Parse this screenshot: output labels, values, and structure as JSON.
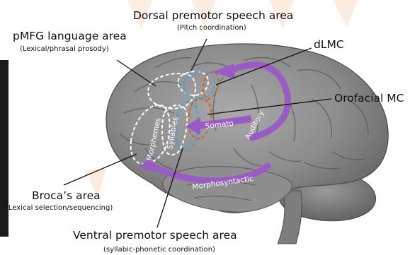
{
  "labels": {
    "dorsal_title": "Dorsal premotor speech area",
    "dorsal_sub": "(Pitch coordination)",
    "pmfg_title": "pMFG language area",
    "pmfg_sub": "(Lexical/phrasal prosody)",
    "dlmc": "dLMC",
    "orofacial": "Orofacial MC",
    "broca_title": "Broca’s area",
    "broca_sub": "(Lexical selection/sequencing)",
    "ventral_title": "Ventral premotor speech area",
    "ventral_sub": "(syllabic-phonetic coordination)"
  },
  "region_labels": {
    "morphemes": "Morphemes",
    "syllables": "Syllables"
  },
  "stream_labels": {
    "somato": "Somato",
    "auditory": "Auditory",
    "morphosyntactic": "Morphosyntactic"
  },
  "colors": {
    "brain": "#8a8a8a",
    "purple": "#9b5bc4",
    "blue_outline": "#3aa7d9",
    "orange_outline": "#c8672a",
    "white_outline": "#ffffff",
    "watermark": "#f7c9a8"
  }
}
